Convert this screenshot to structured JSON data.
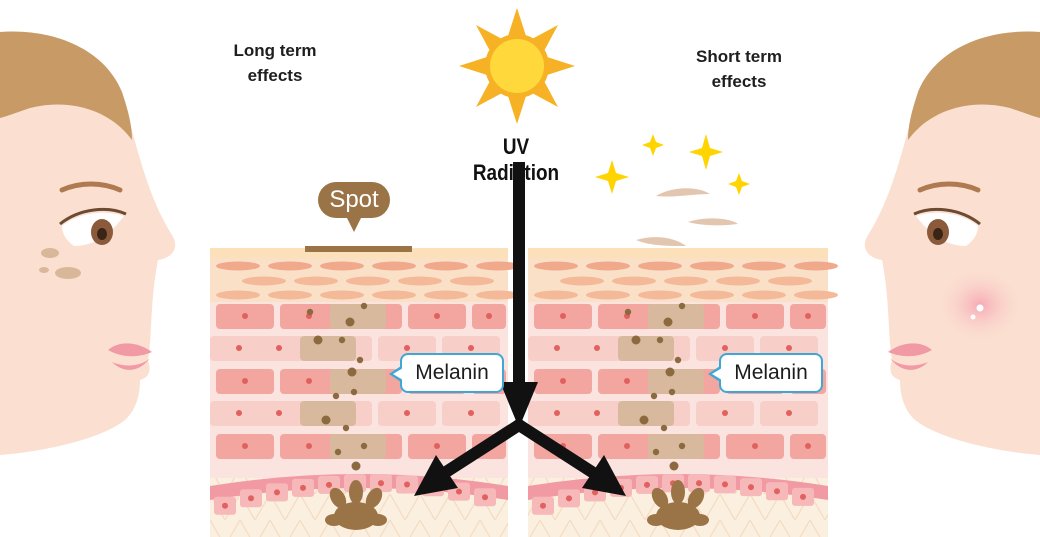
{
  "captions": {
    "long_term_line1": "Long term",
    "long_term_line2": "effects",
    "short_term_line1": "Short term",
    "short_term_line2": "effects",
    "uv_radiation": "UV Radiation",
    "spot": "Spot",
    "melanin_left": "Melanin",
    "melanin_right": "Melanin"
  },
  "icons": {
    "sun": "sun-icon",
    "sparkles": "sparkle-icon",
    "arrow": "arrow-icon",
    "face": "face-profile-illustration"
  },
  "colors": {
    "sun_outer": "#f6b125",
    "sun_inner": "#ffd93b",
    "skin_face": "#fbe0d1",
    "hair": "#c79a66",
    "cell_pink": "#f3a6a0",
    "cell_light": "#f8cfc8",
    "melanin_cell": "#d9b99e",
    "melanin_dot": "#8c6a3f",
    "spot_brown": "#9a7446",
    "callout_border": "#3fa7d6",
    "sparkle": "#ffd400",
    "arrow": "#111111"
  }
}
